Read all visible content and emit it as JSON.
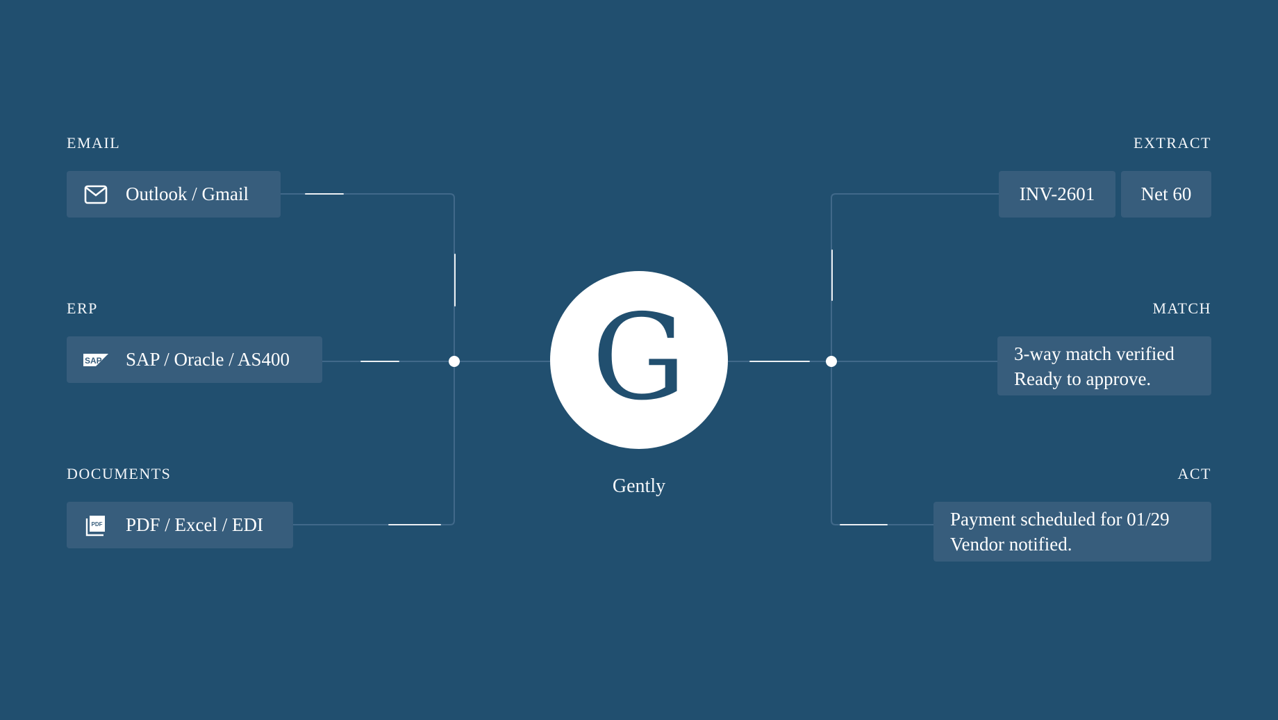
{
  "colors": {
    "background": "#214f6f",
    "chip_background": "#375d7c",
    "line": "#3f6a8a",
    "line_highlight": "#ffffff",
    "hub": "#ffffff",
    "text": "#ffffff"
  },
  "hub": {
    "letter": "G",
    "name": "Gently"
  },
  "sources": [
    {
      "label": "EMAIL",
      "icon": "envelope-icon",
      "text": "Outlook / Gmail"
    },
    {
      "label": "ERP",
      "icon": "sap-logo-icon",
      "icon_text": "SAP",
      "text": "SAP / Oracle / AS400"
    },
    {
      "label": "DOCUMENTS",
      "icon": "pdf-file-icon",
      "icon_text": "PDF",
      "text": "PDF / Excel / EDI"
    }
  ],
  "outputs": [
    {
      "label": "EXTRACT",
      "chips": [
        "INV-2601",
        "Net 60"
      ]
    },
    {
      "label": "MATCH",
      "lines": [
        "3-way match verified",
        "Ready to approve."
      ]
    },
    {
      "label": "ACT",
      "lines": [
        "Payment scheduled for 01/29",
        "Vendor notified."
      ]
    }
  ]
}
